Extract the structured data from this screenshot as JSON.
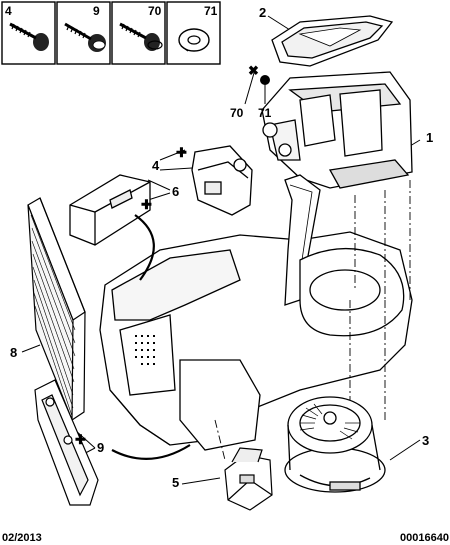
{
  "screw_boxes": [
    {
      "number": "4",
      "icon": "screw-icon"
    },
    {
      "number": "9",
      "icon": "screw-icon"
    },
    {
      "number": "70",
      "icon": "screw-icon"
    },
    {
      "number": "71",
      "icon": "washer-icon"
    }
  ],
  "callouts": {
    "cover": "2",
    "screw_70": "70",
    "washer_71": "71",
    "housing": "1",
    "actuator": "4",
    "actuator_screw": "6",
    "filter": "8",
    "bracket_screw": "9",
    "blower": "3",
    "resistor": "5"
  },
  "symbols": {
    "plus": "✚",
    "cross": "✖"
  },
  "footer": {
    "date": "02/2013",
    "reference": "00016640"
  }
}
